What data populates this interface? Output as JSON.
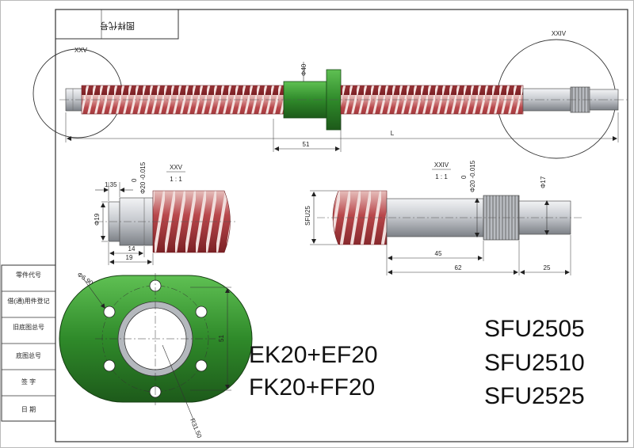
{
  "drawing": {
    "header_label": "图样代号",
    "title_block_rows": [
      "零件代号",
      "借(通)用件登记",
      "旧底图总号",
      "底图总号",
      "签 字",
      "日 期"
    ],
    "main_view": {
      "detail_left_callout": "XXV",
      "detail_right_callout": "XXIV",
      "nut_diameter": "Φ40",
      "nut_length": "51",
      "total_length": "L"
    },
    "detail_xxv": {
      "label": "XXV",
      "scale": "1 : 1",
      "tolerance_upper": "0",
      "tolerance_lower": "Φ20 -0.015",
      "dim_135": "1.35",
      "dim_dia19": "Φ19",
      "dim_14": "14",
      "dim_19": "19"
    },
    "detail_xxiv": {
      "label": "XXIV",
      "scale": "1 : 1",
      "tolerance_upper": "0",
      "tolerance_lower": "Φ20 -0.015",
      "dim_dia17": "Φ17",
      "screw_label": "SFU25",
      "dim_45": "45",
      "dim_62": "62",
      "dim_25": "25"
    },
    "flange": {
      "hole_dia": "Φ6.90",
      "height": "51",
      "radius": "R31.50"
    },
    "support_models": [
      "EK20+EF20",
      "FK20+FF20"
    ],
    "screw_models": [
      "SFU2505",
      "SFU2510",
      "SFU2525"
    ],
    "colors": {
      "thread_red": "#a8353a",
      "thread_light": "#d9a9a6",
      "nut_green": "#2f8a2a",
      "shaft_grey": "#c8ccd0"
    }
  }
}
